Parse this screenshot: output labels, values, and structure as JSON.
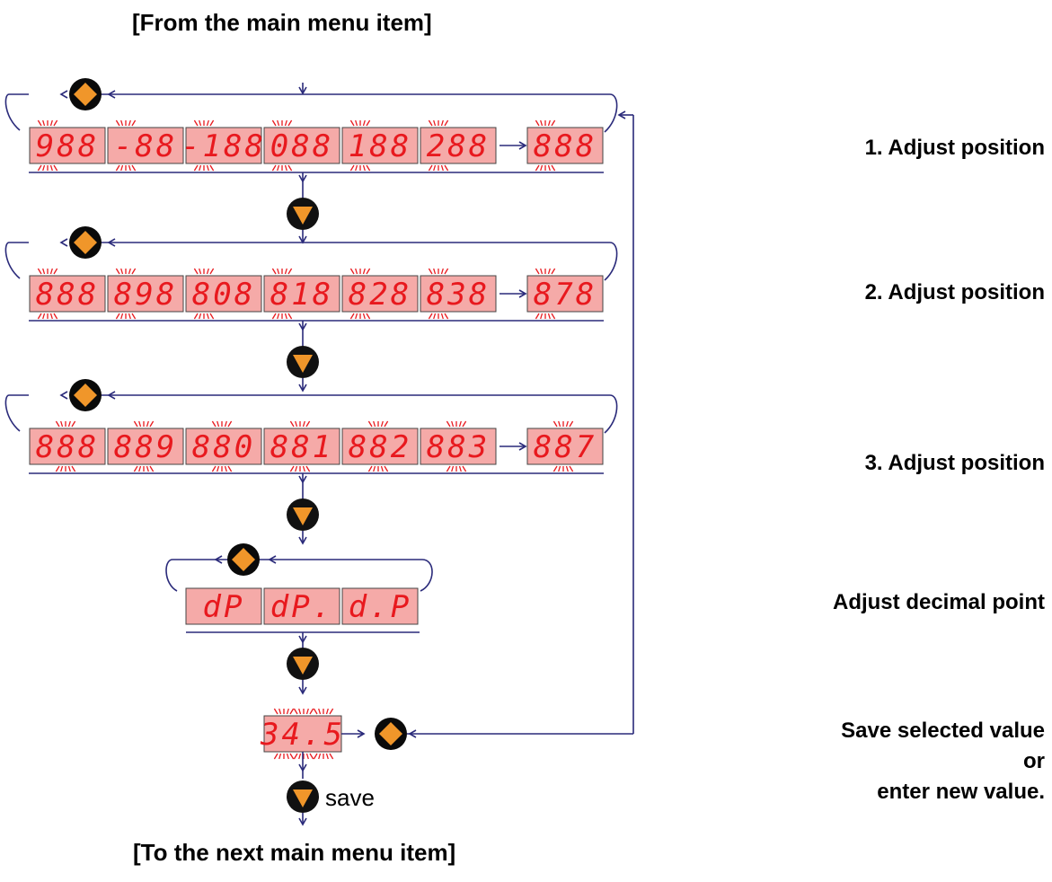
{
  "header": {
    "from": "[From the main menu item]",
    "to": "[To the next main menu item]"
  },
  "steps": [
    {
      "label": "1. Adjust position",
      "displays": [
        "988",
        "-88",
        "-188",
        "088",
        "188",
        "288"
      ],
      "end_display": "888"
    },
    {
      "label": "2. Adjust position",
      "displays": [
        "888",
        "898",
        "808",
        "818",
        "828",
        "838"
      ],
      "end_display": "878"
    },
    {
      "label": "3. Adjust position",
      "displays": [
        "888",
        "889",
        "880",
        "881",
        "882",
        "883"
      ],
      "end_display": "887"
    }
  ],
  "decimal_point": {
    "label": "Adjust decimal point",
    "displays": [
      "dP",
      "dP.",
      "d.P"
    ]
  },
  "save": {
    "display": "34.5",
    "label_lines": [
      "Save selected value",
      "or",
      "enter new value."
    ],
    "button_label": "save"
  },
  "colors": {
    "display_bg": "#f5aaa8",
    "segment": "#e8191e",
    "flow_line": "#2a2a7a",
    "set_key": "#f0962a",
    "down_key": "#111111"
  },
  "icons": {
    "set_key": "diamond-key-icon",
    "down_key": "down-arrow-key-icon"
  }
}
